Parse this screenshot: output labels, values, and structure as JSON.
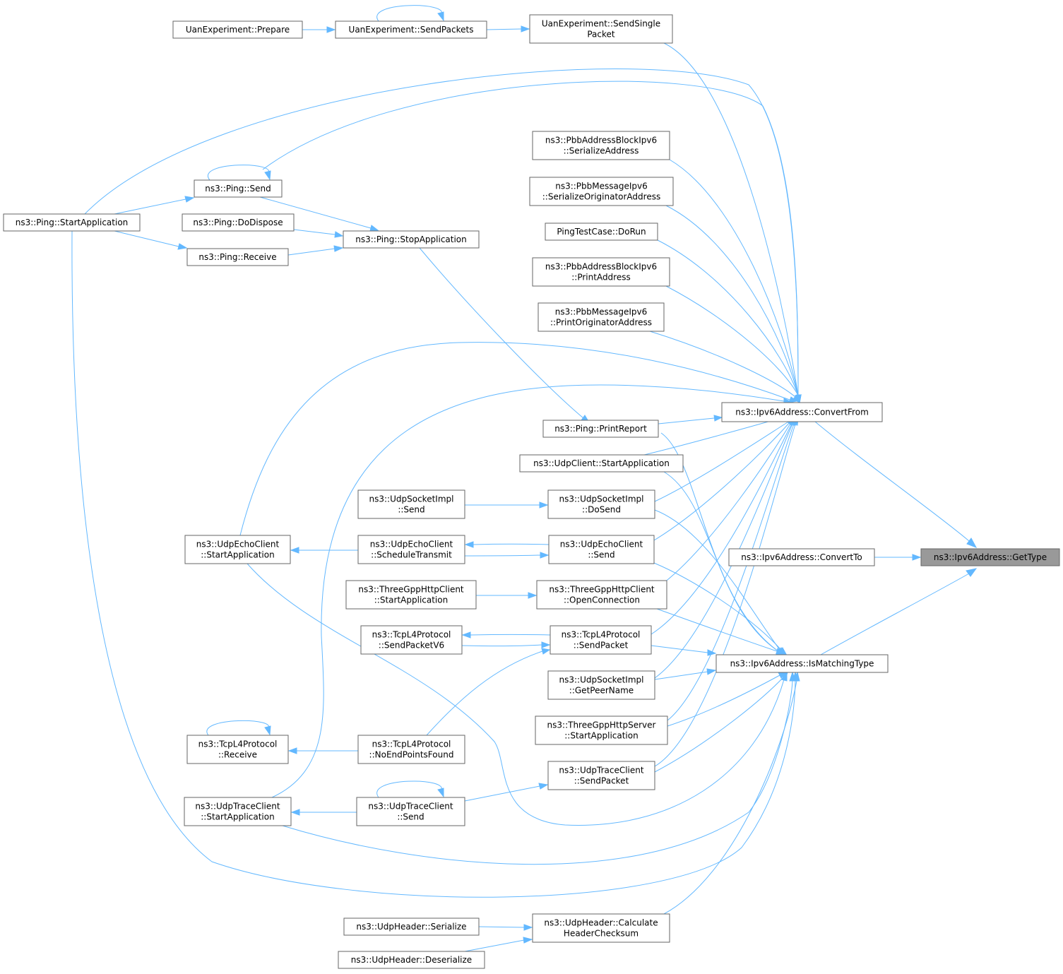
{
  "colors": {
    "edge": "#63b8ff",
    "node_border": "#666666",
    "node_fill": "#ffffff",
    "focus_fill": "#999999",
    "focus_border": "#666666",
    "text": "#000000"
  },
  "focus_node": "n_gettype",
  "nodes": [
    {
      "id": "n_gettype",
      "lines": [
        "ns3::Ipv6Address::GetType"
      ]
    },
    {
      "id": "n_convertfrom",
      "lines": [
        "ns3::Ipv6Address::ConvertFrom"
      ]
    },
    {
      "id": "n_convertto",
      "lines": [
        "ns3::Ipv6Address::ConvertTo"
      ]
    },
    {
      "id": "n_ismatching",
      "lines": [
        "ns3::Ipv6Address::IsMatchingType"
      ]
    },
    {
      "id": "n_uanprepare",
      "lines": [
        "UanExperiment::Prepare"
      ]
    },
    {
      "id": "n_uansendpackets",
      "lines": [
        "UanExperiment::SendPackets"
      ]
    },
    {
      "id": "n_uansendsingle",
      "lines": [
        "UanExperiment::SendSingle",
        "Packet"
      ]
    },
    {
      "id": "n_pbbblockser",
      "lines": [
        "ns3::PbbAddressBlockIpv6",
        "::SerializeAddress"
      ]
    },
    {
      "id": "n_pbbmsgser",
      "lines": [
        "ns3::PbbMessageIpv6",
        "::SerializeOriginatorAddress"
      ]
    },
    {
      "id": "n_pingtest",
      "lines": [
        "PingTestCase::DoRun"
      ]
    },
    {
      "id": "n_pbbblockprint",
      "lines": [
        "ns3::PbbAddressBlockIpv6",
        "::PrintAddress"
      ]
    },
    {
      "id": "n_pbbmsgprint",
      "lines": [
        "ns3::PbbMessageIpv6",
        "::PrintOriginatorAddress"
      ]
    },
    {
      "id": "n_pingsend",
      "lines": [
        "ns3::Ping::Send"
      ]
    },
    {
      "id": "n_pingstartapp",
      "lines": [
        "ns3::Ping::StartApplication"
      ]
    },
    {
      "id": "n_pingdispose",
      "lines": [
        "ns3::Ping::DoDispose"
      ]
    },
    {
      "id": "n_pingstop",
      "lines": [
        "ns3::Ping::StopApplication"
      ]
    },
    {
      "id": "n_pingreceive",
      "lines": [
        "ns3::Ping::Receive"
      ]
    },
    {
      "id": "n_pingreport",
      "lines": [
        "ns3::Ping::PrintReport"
      ]
    },
    {
      "id": "n_udpclientstart",
      "lines": [
        "ns3::UdpClient::StartApplication"
      ]
    },
    {
      "id": "n_udpsockdosend",
      "lines": [
        "ns3::UdpSocketImpl",
        "::DoSend"
      ]
    },
    {
      "id": "n_udpsocksend",
      "lines": [
        "ns3::UdpSocketImpl",
        "::Send"
      ]
    },
    {
      "id": "n_udpechostart",
      "lines": [
        "ns3::UdpEchoClient",
        "::StartApplication"
      ]
    },
    {
      "id": "n_udpechosched",
      "lines": [
        "ns3::UdpEchoClient",
        "::ScheduleTransmit"
      ]
    },
    {
      "id": "n_udpechosend",
      "lines": [
        "ns3::UdpEchoClient",
        "::Send"
      ]
    },
    {
      "id": "n_3gppclientstart",
      "lines": [
        "ns3::ThreeGppHttpClient",
        "::StartApplication"
      ]
    },
    {
      "id": "n_3gppopenconn",
      "lines": [
        "ns3::ThreeGppHttpClient",
        "::OpenConnection"
      ]
    },
    {
      "id": "n_tcpsendv6",
      "lines": [
        "ns3::TcpL4Protocol",
        "::SendPacketV6"
      ]
    },
    {
      "id": "n_tcpsendpacket",
      "lines": [
        "ns3::TcpL4Protocol",
        "::SendPacket"
      ]
    },
    {
      "id": "n_udpsockpeer",
      "lines": [
        "ns3::UdpSocketImpl",
        "::GetPeerName"
      ]
    },
    {
      "id": "n_3gppserverstart",
      "lines": [
        "ns3::ThreeGppHttpServer",
        "::StartApplication"
      ]
    },
    {
      "id": "n_tcpreceive",
      "lines": [
        "ns3::TcpL4Protocol",
        "::Receive"
      ]
    },
    {
      "id": "n_tcpnoendpoints",
      "lines": [
        "ns3::TcpL4Protocol",
        "::NoEndPointsFound"
      ]
    },
    {
      "id": "n_udptracesendpacket",
      "lines": [
        "ns3::UdpTraceClient",
        "::SendPacket"
      ]
    },
    {
      "id": "n_udptracestart",
      "lines": [
        "ns3::UdpTraceClient",
        "::StartApplication"
      ]
    },
    {
      "id": "n_udptracesend",
      "lines": [
        "ns3::UdpTraceClient",
        "::Send"
      ]
    },
    {
      "id": "n_udphdrser",
      "lines": [
        "ns3::UdpHeader::Serialize"
      ]
    },
    {
      "id": "n_udphdrcalc",
      "lines": [
        "ns3::UdpHeader::Calculate",
        "HeaderChecksum"
      ]
    },
    {
      "id": "n_udphdrdeser",
      "lines": [
        "ns3::UdpHeader::Deserialize"
      ]
    }
  ]
}
